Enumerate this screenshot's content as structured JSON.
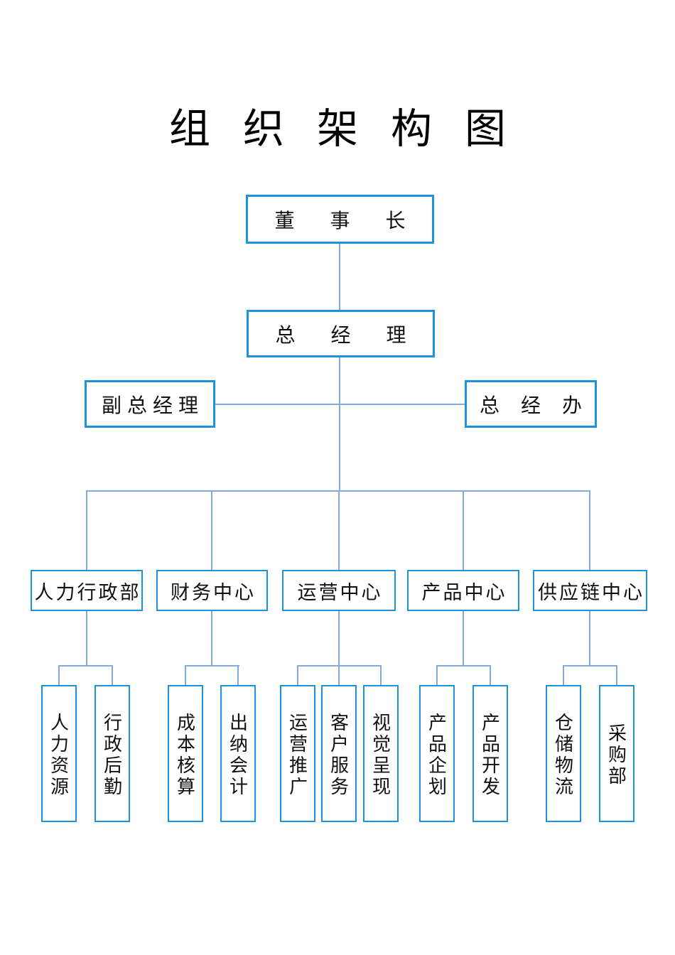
{
  "page": {
    "title": "组织架构图"
  },
  "colors": {
    "box_border": "#1a95dc",
    "connector": "#82abdf",
    "text": "#111111",
    "background": "#ffffff"
  },
  "org": {
    "chairman": {
      "label": "董事长"
    },
    "general_manager": {
      "label": "总经理"
    },
    "deputy_general_manager": {
      "label": "副总经理"
    },
    "gm_office": {
      "label": "总经办"
    },
    "departments": [
      {
        "label": "人力行政部",
        "children": [
          {
            "label": "人力资源"
          },
          {
            "label": "行政后勤"
          }
        ]
      },
      {
        "label": "财务中心",
        "children": [
          {
            "label": "成本核算"
          },
          {
            "label": "出纳会计"
          }
        ]
      },
      {
        "label": "运营中心",
        "children": [
          {
            "label": "运营推广"
          },
          {
            "label": "客户服务"
          },
          {
            "label": "视觉呈现"
          }
        ]
      },
      {
        "label": "产品中心",
        "children": [
          {
            "label": "产品企划"
          },
          {
            "label": "产品开发"
          }
        ]
      },
      {
        "label": "供应链中心",
        "children": [
          {
            "label": "仓储物流"
          },
          {
            "label": "采购部"
          }
        ]
      }
    ]
  }
}
